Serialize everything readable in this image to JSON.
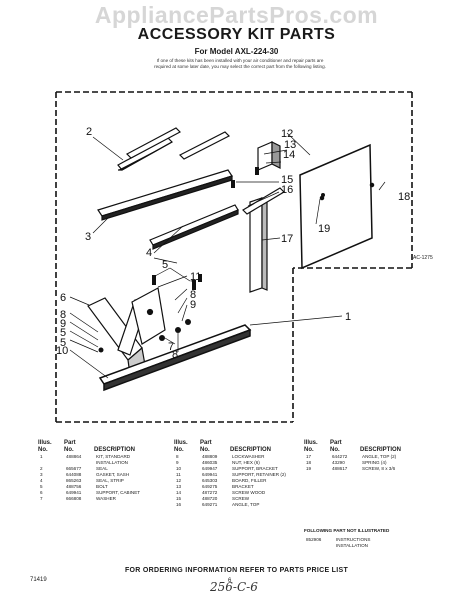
{
  "watermark": "AppliancePartsPros.com",
  "title": "ACCESSORY KIT PARTS",
  "model": "For Model AXL-224-30",
  "note_line1": "If one of these kits has been installed with your air conditioner and repair parts are",
  "note_line2": "required at some later date, you may select the correct part from the following listing.",
  "figure_code": "AC-1275",
  "callouts": [
    "1",
    "2",
    "3",
    "4",
    "5",
    "6",
    "7",
    "8",
    "9",
    "10",
    "11",
    "12",
    "13",
    "14",
    "15",
    "16",
    "17",
    "18",
    "19"
  ],
  "table_headers": {
    "illus": "Illus.",
    "no": "No.",
    "part": "Part",
    "part_no": "No.",
    "description": "DESCRIPTION"
  },
  "parts_col1": [
    {
      "illus": "1",
      "part": "488864",
      "desc": "KIT, STANDARD"
    },
    {
      "illus": "",
      "part": "",
      "desc": "INSTALLATION"
    },
    {
      "illus": "2",
      "part": "665677",
      "desc": "SEAL"
    },
    {
      "illus": "3",
      "part": "644088",
      "desc": "GASKET, SASH"
    },
    {
      "illus": "4",
      "part": "865263",
      "desc": "SEAL, STRIP"
    },
    {
      "illus": "5",
      "part": "488756",
      "desc": "BOLT"
    },
    {
      "illus": "6",
      "part": "649941",
      "desc": "SUPPORT, CABINET"
    },
    {
      "illus": "7",
      "part": "666808",
      "desc": "WASHER"
    }
  ],
  "parts_col2": [
    {
      "illus": "8",
      "part": "488809",
      "desc": "LOCKWASHER"
    },
    {
      "illus": "9",
      "part": "486035",
      "desc": "NUT, HEX (6)"
    },
    {
      "illus": "10",
      "part": "649947",
      "desc": "SUPPORT, BRACKET"
    },
    {
      "illus": "11",
      "part": "649941",
      "desc": "SUPPORT, RETAINER (2)"
    },
    {
      "illus": "12",
      "part": "645303",
      "desc": "BOARD, FILLER"
    },
    {
      "illus": "13",
      "part": "649275",
      "desc": "BRACKET"
    },
    {
      "illus": "14",
      "part": "487272",
      "desc": "SCREW WOOD"
    },
    {
      "illus": "15",
      "part": "488720",
      "desc": "SCREW"
    },
    {
      "illus": "16",
      "part": "649271",
      "desc": "ANGLE, TOP"
    }
  ],
  "parts_col3": [
    {
      "illus": "17",
      "part": "644272",
      "desc": "ANGLE, TOP (2)"
    },
    {
      "illus": "18",
      "part": "43290",
      "desc": "SPRING (4)"
    },
    {
      "illus": "19",
      "part": "488617",
      "desc": "SCREW, 8 x 3/6"
    }
  ],
  "not_illustrated_header": "FOLLOWING PART NOT ILLUSTRATED",
  "not_illustrated": [
    {
      "part": "852906",
      "desc": "INSTRUCTIONS"
    },
    {
      "part": "",
      "desc": "INSTALLATION"
    }
  ],
  "ordering": "FOR ORDERING INFORMATION REFER TO PARTS PRICE LIST",
  "page_number": "6",
  "footer_id": "71419",
  "handwritten": "256-C-6"
}
